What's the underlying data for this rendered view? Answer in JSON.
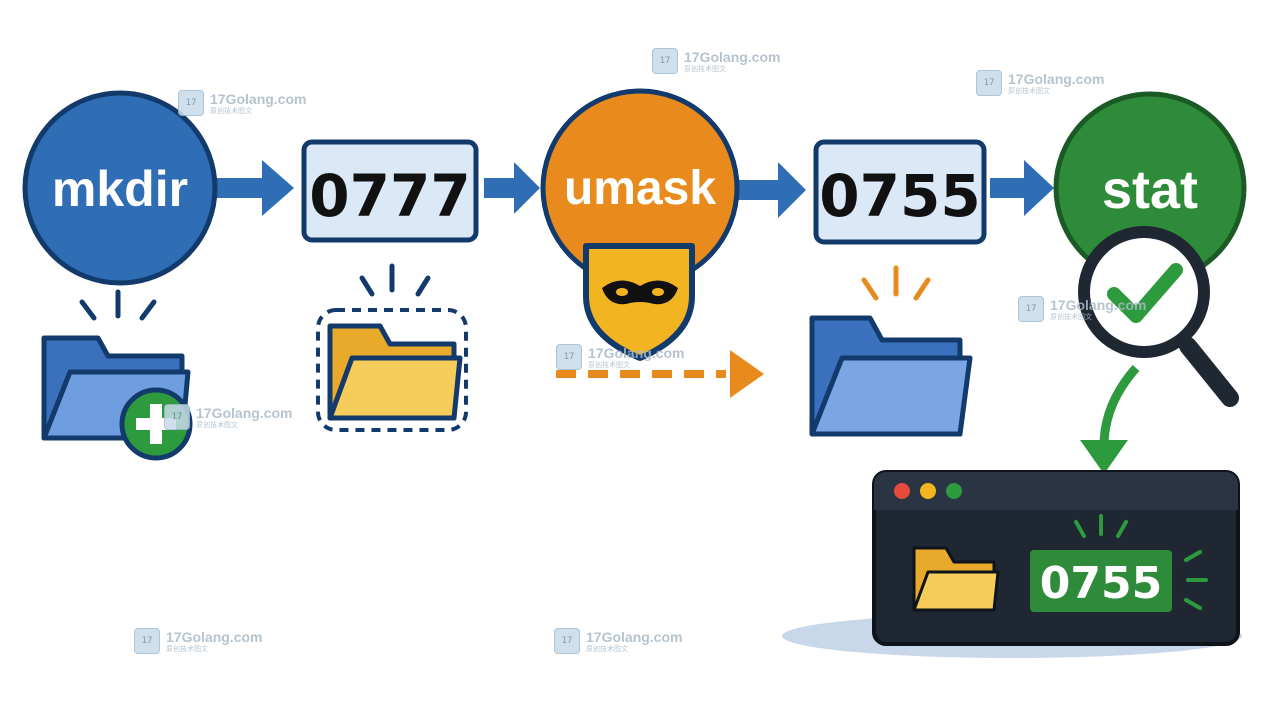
{
  "steps": {
    "mkdir": "mkdir",
    "requested_mode": "0777",
    "umask": "umask",
    "result_mode": "0755",
    "stat": "stat"
  },
  "terminal": {
    "mode_readout": "0755"
  },
  "watermark": {
    "domain": "17Golang.com",
    "tagline": "原创技术图文"
  },
  "colors": {
    "blue": "#2f6db5",
    "blue_dark": "#123a6b",
    "orange": "#e88b1c",
    "green": "#2e8b3a",
    "folder_blue": "#4f86cf",
    "folder_yellow": "#f2c14a",
    "terminal_bg": "#1f2733"
  },
  "icons": [
    "folder-plus-icon",
    "folder-icon",
    "masked-shield-icon",
    "magnifier-check-icon",
    "terminal-window-icon"
  ]
}
